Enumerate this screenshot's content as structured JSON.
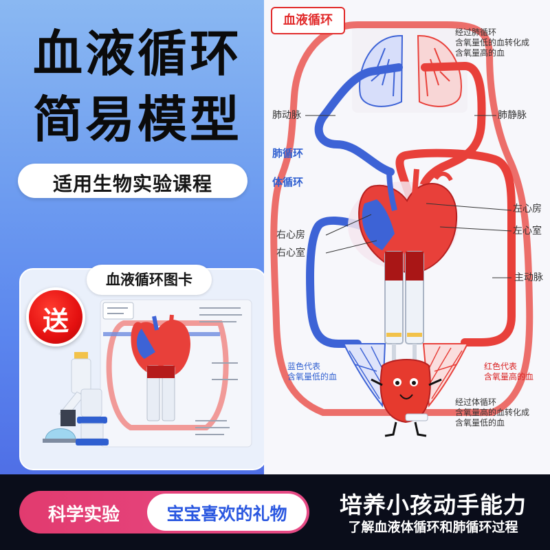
{
  "left": {
    "title_line1": "血液循环",
    "title_line2": "简易模型",
    "subtitle": "适用生物实验课程",
    "gift": {
      "card_title": "血液循环图卡",
      "badge": "送"
    }
  },
  "poster": {
    "badge_title": "血液循环",
    "labels": {
      "top_right": [
        "经过肺循环",
        "含氧量低的血转化成",
        "含氧量高的血"
      ],
      "pulmonary_artery": "肺动脉",
      "pulmonary_vein": "肺静脉",
      "pulmonary_circulation": "肺循环",
      "systemic_circulation": "体循环",
      "left_atrium": "左心房",
      "left_ventricle": "左心室",
      "right_atrium": "右心房",
      "right_ventricle": "右心室",
      "aorta": "主动脉",
      "blue_key": [
        "蓝色代表",
        "含氧量低的血"
      ],
      "red_key": [
        "红色代表",
        "含氧量高的血"
      ],
      "bottom_right": [
        "经过体循环",
        "含氧量高的血转化成",
        "含氧量低的血"
      ]
    }
  },
  "bottom": {
    "left_a": "科学实验",
    "left_b": "宝宝喜欢的礼物",
    "right_a": "培养小孩动手能力",
    "right_b": "了解血液体循环和肺循环过程"
  },
  "colors": {
    "left_panel": "#6f9ef0",
    "tube_red": "#e8403a",
    "tube_blue": "#3d63d6",
    "bottom_bar": "#0a0d1a",
    "pill_pink": "#e23b6f"
  }
}
